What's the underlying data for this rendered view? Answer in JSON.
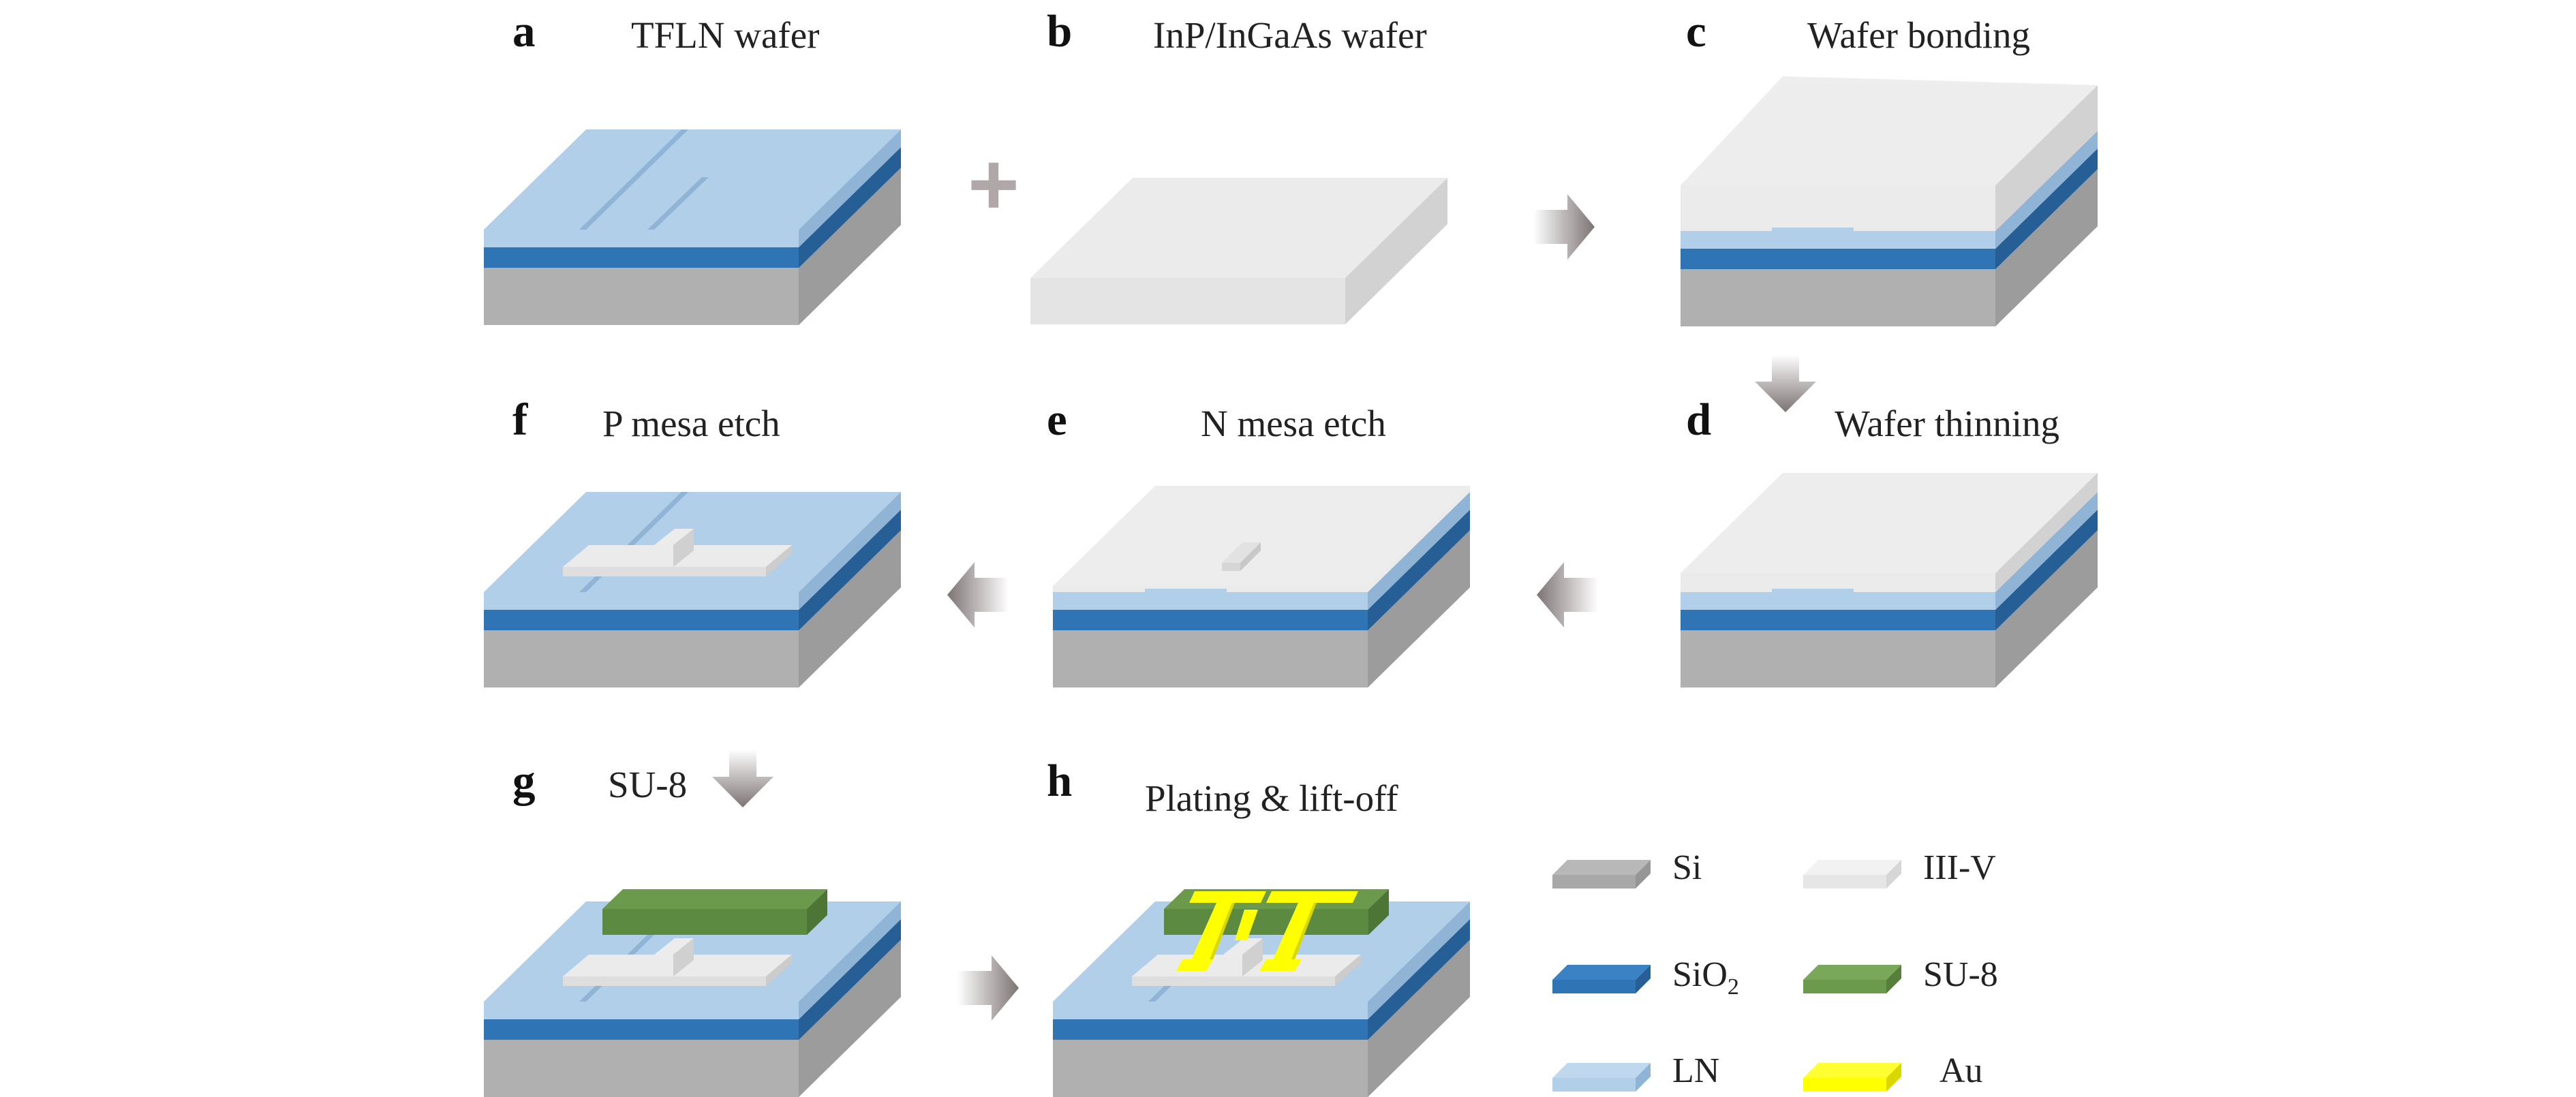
{
  "panels": {
    "a": {
      "letter": "a",
      "title": "TFLN wafer"
    },
    "b": {
      "letter": "b",
      "title": "InP/InGaAs wafer"
    },
    "c": {
      "letter": "c",
      "title": "Wafer bonding"
    },
    "d": {
      "letter": "d",
      "title": "Wafer thinning"
    },
    "e": {
      "letter": "e",
      "title": "N mesa etch"
    },
    "f": {
      "letter": "f",
      "title": "P mesa etch"
    },
    "g": {
      "letter": "g",
      "title": "SU-8"
    },
    "h": {
      "letter": "h",
      "title": "Plating & lift-off"
    }
  },
  "plus_symbol": "+",
  "legend": [
    {
      "key": "si",
      "label": "Si",
      "color": "#b0b0b0"
    },
    {
      "key": "iiiv",
      "label": "III-V",
      "color": "#ebebeb"
    },
    {
      "key": "sio2",
      "label": "SiO",
      "sub": "2",
      "color": "#2f74b5"
    },
    {
      "key": "su8",
      "label": "SU-8",
      "color": "#6b9a4c"
    },
    {
      "key": "ln",
      "label": "LN",
      "color": "#b2cfe9"
    },
    {
      "key": "au",
      "label": "Au",
      "color": "#ffff00"
    }
  ],
  "colors": {
    "si": "#b0b0b0",
    "sio2": "#2f74b5",
    "ln": "#b2cfe9",
    "iiiv": "#ebebeb",
    "su8": "#6b9a4c",
    "au": "#ffff00",
    "arrow": "#8c8484"
  }
}
